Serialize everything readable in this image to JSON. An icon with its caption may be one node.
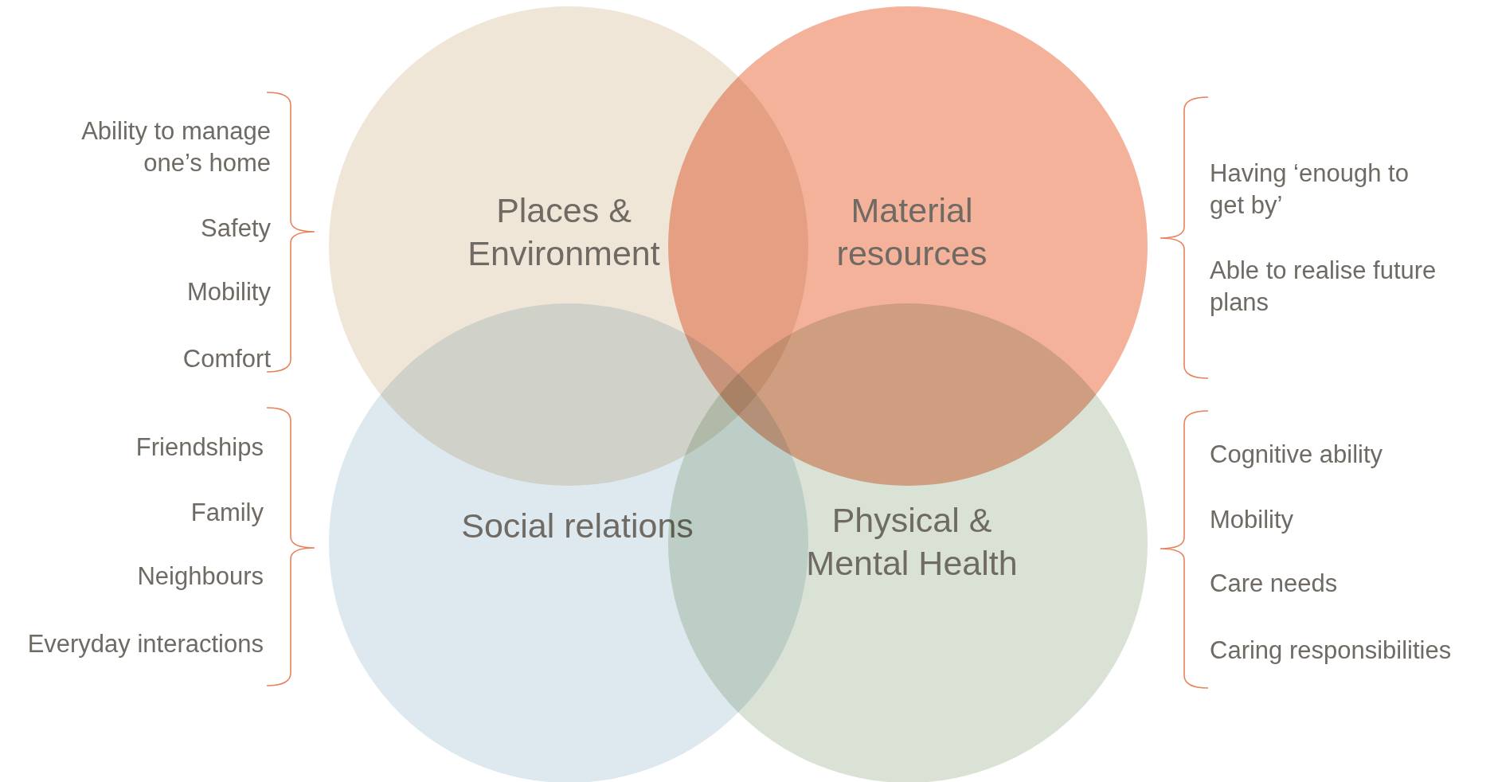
{
  "diagram": {
    "nodes": [
      {
        "text": [
          "Places & Environment"
        ],
        "beside": [
          "Ability to manage one’s home",
          "Safety",
          "Mobility",
          "Comfort"
        ]
      },
      {
        "text": [
          "Material resources"
        ],
        "beside": [
          "Having ‘enough to get by’",
          "Able to realise future plans"
        ]
      },
      {
        "text": [
          "Social relations"
        ],
        "beside": [
          "Friendships",
          "Family",
          "Neighbours",
          "Everyday interactions"
        ]
      },
      {
        "text": [
          "Physical & Mental Health"
        ],
        "beside": [
          "Cognitive ability",
          "Mobility",
          "Care needs",
          "Caring responsibilities"
        ]
      }
    ],
    "edges": []
  }
}
